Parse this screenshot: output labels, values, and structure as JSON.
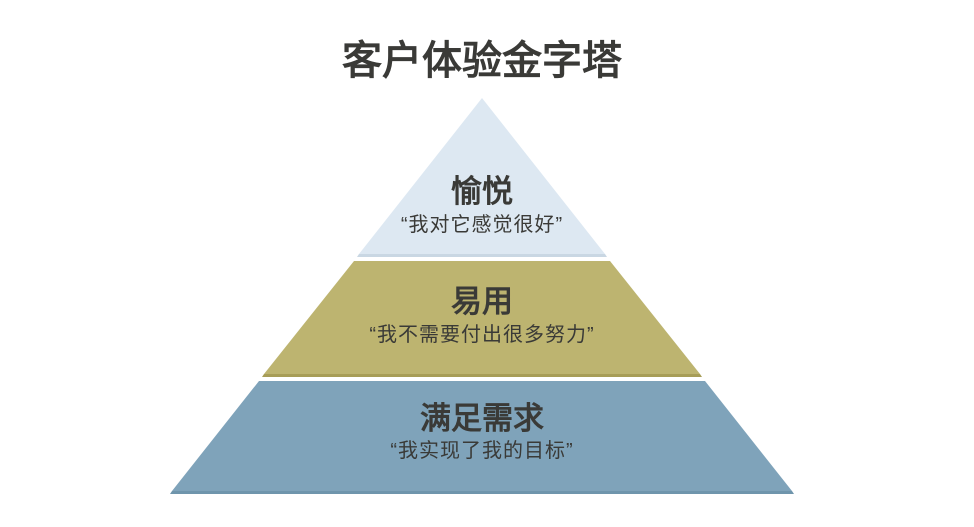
{
  "title": "客户体验金字塔",
  "colors": {
    "background": "#ffffff",
    "text": "#3a3a37"
  },
  "pyramid": {
    "tiers": [
      {
        "name": "delight",
        "label": "愉悦",
        "quote": "“我对它感觉很好”",
        "fill": "#dde8f2",
        "edge": "#c9d7e3"
      },
      {
        "name": "ease-of-use",
        "label": "易用",
        "quote": "“我不需要付出很多努力”",
        "fill": "#bdb470",
        "edge": "#a79d57"
      },
      {
        "name": "meets-needs",
        "label": "满足需求",
        "quote": "“我实现了我的目标”",
        "fill": "#7fa3ba",
        "edge": "#6f95ac"
      }
    ]
  }
}
